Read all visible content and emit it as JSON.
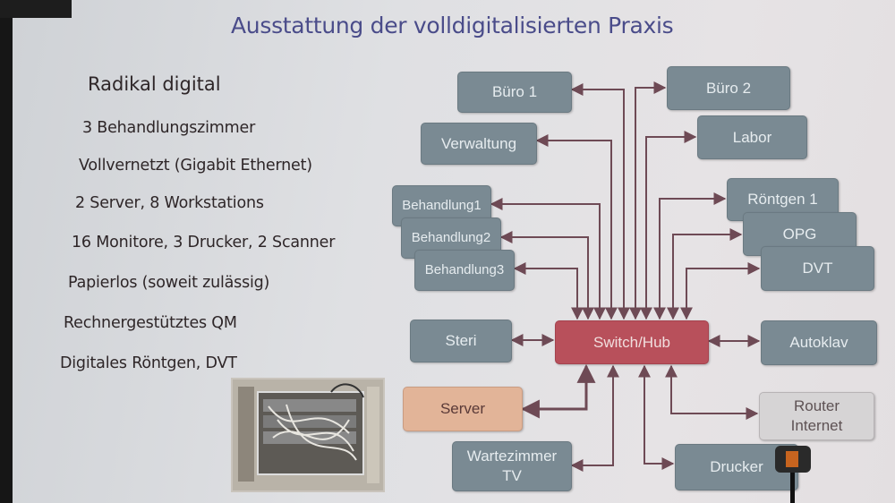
{
  "slide": {
    "title": "Ausstattung der volldigitalisierten Praxis",
    "heading": "Radikal digital",
    "bullets": [
      "3 Behandlungszimmer",
      "Vollvernetzt (Gigabit Ethernet)",
      "2 Server, 8 Workstations",
      "16 Monitore, 3 Drucker, 2 Scanner",
      "Papierlos (soweit zulässig)",
      "Rechnergestütztes QM",
      "Digitales Röntgen, DVT"
    ]
  },
  "diagram": {
    "hub": "Switch/Hub",
    "nodes": {
      "buero1": "Büro 1",
      "buero2": "Büro 2",
      "verwaltung": "Verwaltung",
      "labor": "Labor",
      "behandlung1": "Behandlung1",
      "behandlung2": "Behandlung2",
      "behandlung3": "Behandlung3",
      "roentgen1": "Röntgen 1",
      "opg": "OPG",
      "dvt": "DVT",
      "steri": "Steri",
      "autoklav": "Autoklav",
      "server": "Server",
      "router_line1": "Router",
      "router_line2": "Internet",
      "wartezimmer_line1": "Wartezimmer",
      "wartezimmer_line2": "TV",
      "drucker": "Drucker"
    },
    "colors": {
      "node": "#7a8a93",
      "hub": "#b8505b",
      "server": "#e2b498",
      "router": "#d6d4d5",
      "wire": "#6e4a55"
    }
  }
}
